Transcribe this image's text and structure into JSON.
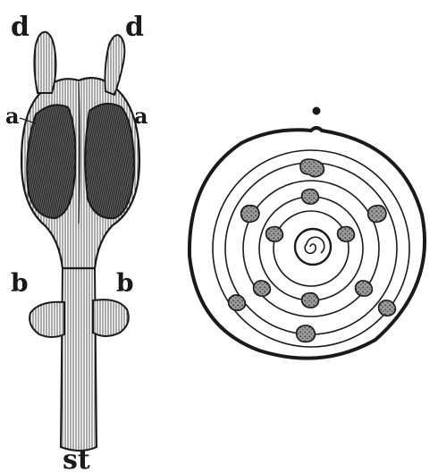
{
  "labels": {
    "d_left": "d",
    "d_right": "d",
    "a_left": "a",
    "a_right": "a",
    "b_left": "b",
    "b_right": "b",
    "st": "st"
  },
  "colors": {
    "ink": "#1a1a1a",
    "hatch": "#3a3a3a",
    "dark": "#2b2b2b",
    "paper": "#ffffff",
    "nodule": "#8a8a8a"
  }
}
